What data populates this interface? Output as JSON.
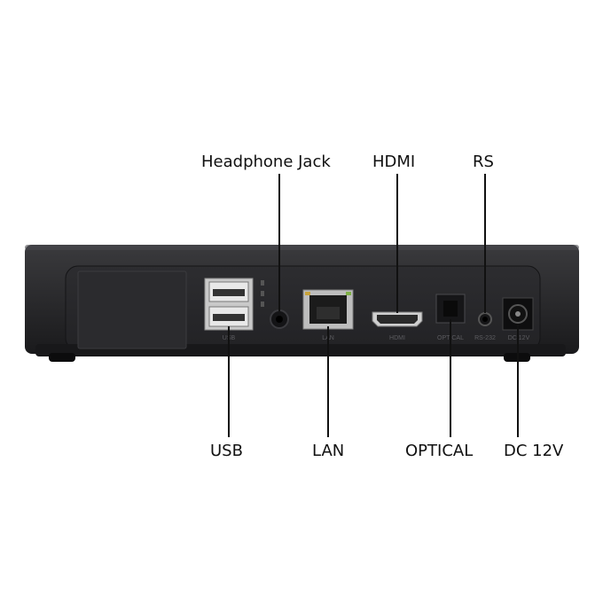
{
  "callouts": {
    "headphone_jack": "Headphone Jack",
    "hdmi": "HDMI",
    "rs": "RS",
    "usb": "USB",
    "lan": "LAN",
    "optical": "OPTICAL",
    "dc": "DC 12V"
  },
  "port_silkscreen": {
    "usb": "USB",
    "lan": "LAN",
    "hdmi": "HDMI",
    "optical": "OPTICAL",
    "rs": "RS-232",
    "dc": "DC 12V"
  },
  "colors": {
    "body": "#1f1f21",
    "panel": "#2a2a2d",
    "leader": "#111111"
  },
  "icons": [
    "usb-port-icon",
    "ethernet-port-icon",
    "hdmi-port-icon",
    "optical-port-icon",
    "audio-jack-icon",
    "dc-jack-icon"
  ]
}
